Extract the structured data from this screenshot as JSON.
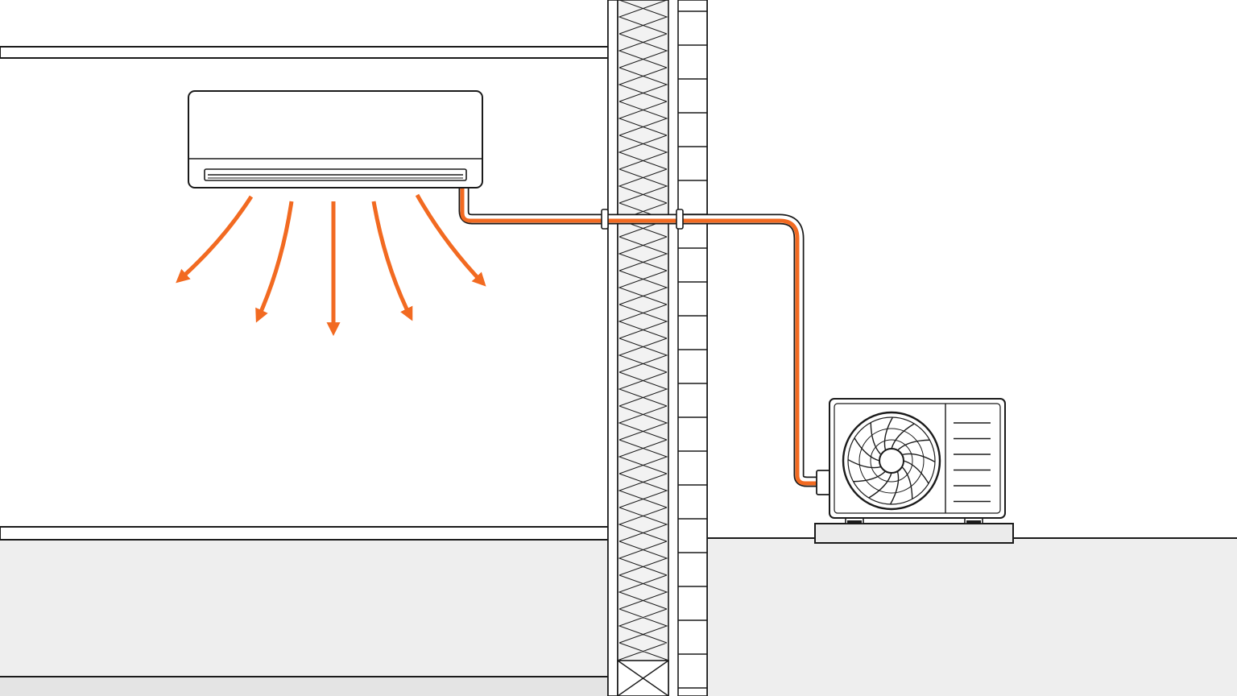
{
  "diagram": {
    "subject": "split-system-air-conditioner",
    "indoor_unit": {
      "icon": "indoor-ac-unit-icon"
    },
    "outdoor_unit": {
      "icon": "outdoor-condenser-unit-icon",
      "fan_blades": 12,
      "vent_slats": 6
    },
    "airflow": {
      "icon": "airflow-arrow-icon",
      "arrow_count": 5
    },
    "refrigerant_line": {
      "icon": "refrigerant-pipe-icon"
    },
    "wall": {
      "icon": "insulated-brick-wall-icon"
    }
  },
  "colors": {
    "accent_orange": "#f26a21",
    "outline": "#1a1a1a",
    "floor_gray": "#eeeeee",
    "insulation_gray": "#f2f2f2",
    "background": "#ffffff"
  }
}
